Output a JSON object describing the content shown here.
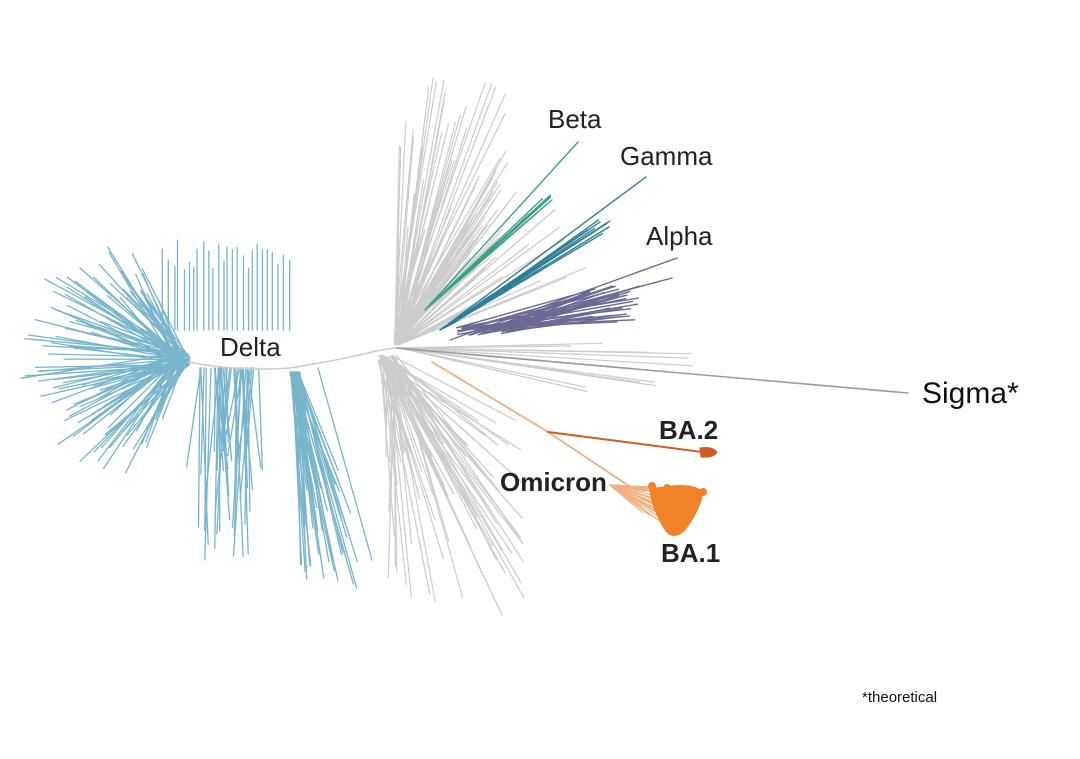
{
  "labels": {
    "delta": "Delta",
    "beta": "Beta",
    "gamma": "Gamma",
    "alpha": "Alpha",
    "sigma": "Sigma*",
    "ba2": "BA.2",
    "omicron": "Omicron",
    "ba1": "BA.1",
    "footnote": "*theoretical"
  },
  "colors": {
    "delta": "#78b4cc",
    "background_lineages": "#cccccc",
    "beta": "#3f9e8c",
    "gamma": "#2e7f96",
    "alpha": "#6b6a94",
    "sigma": "#9a9a9a",
    "omicron_stem": "#f2b080",
    "ba2": "#cf5d24",
    "ba1": "#f0822a"
  }
}
